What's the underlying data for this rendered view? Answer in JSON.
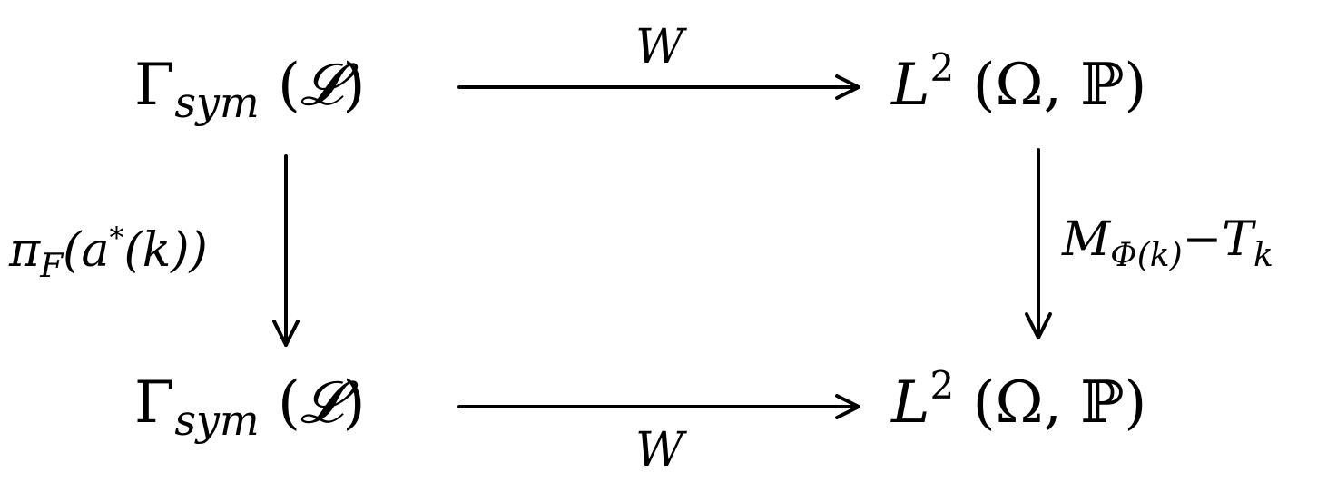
{
  "nodes": {
    "top_left": {
      "symbol": "Γ",
      "subscript": "sym",
      "arg": "𝓛"
    },
    "bottom_left": {
      "symbol": "Γ",
      "subscript": "sym",
      "arg": "𝓛"
    },
    "top_right": {
      "symbol": "L",
      "superscript": "2",
      "args": "(Ω, ℙ)"
    },
    "bottom_right": {
      "symbol": "L",
      "superscript": "2",
      "args": "(Ω, ℙ)"
    }
  },
  "arrows": {
    "top": {
      "label": "W"
    },
    "bottom": {
      "label": "W"
    },
    "left": {
      "label_main": "π",
      "label_sub": "F",
      "label_rest_open": "(a",
      "label_sup": "*",
      "label_rest_close": "(k))"
    },
    "right": {
      "label_main": "M",
      "label_sub": "Φ(k)",
      "label_mid": "−T",
      "label_sub2": "k"
    }
  },
  "colors": {
    "ink": "#000000",
    "background": "#ffffff"
  }
}
